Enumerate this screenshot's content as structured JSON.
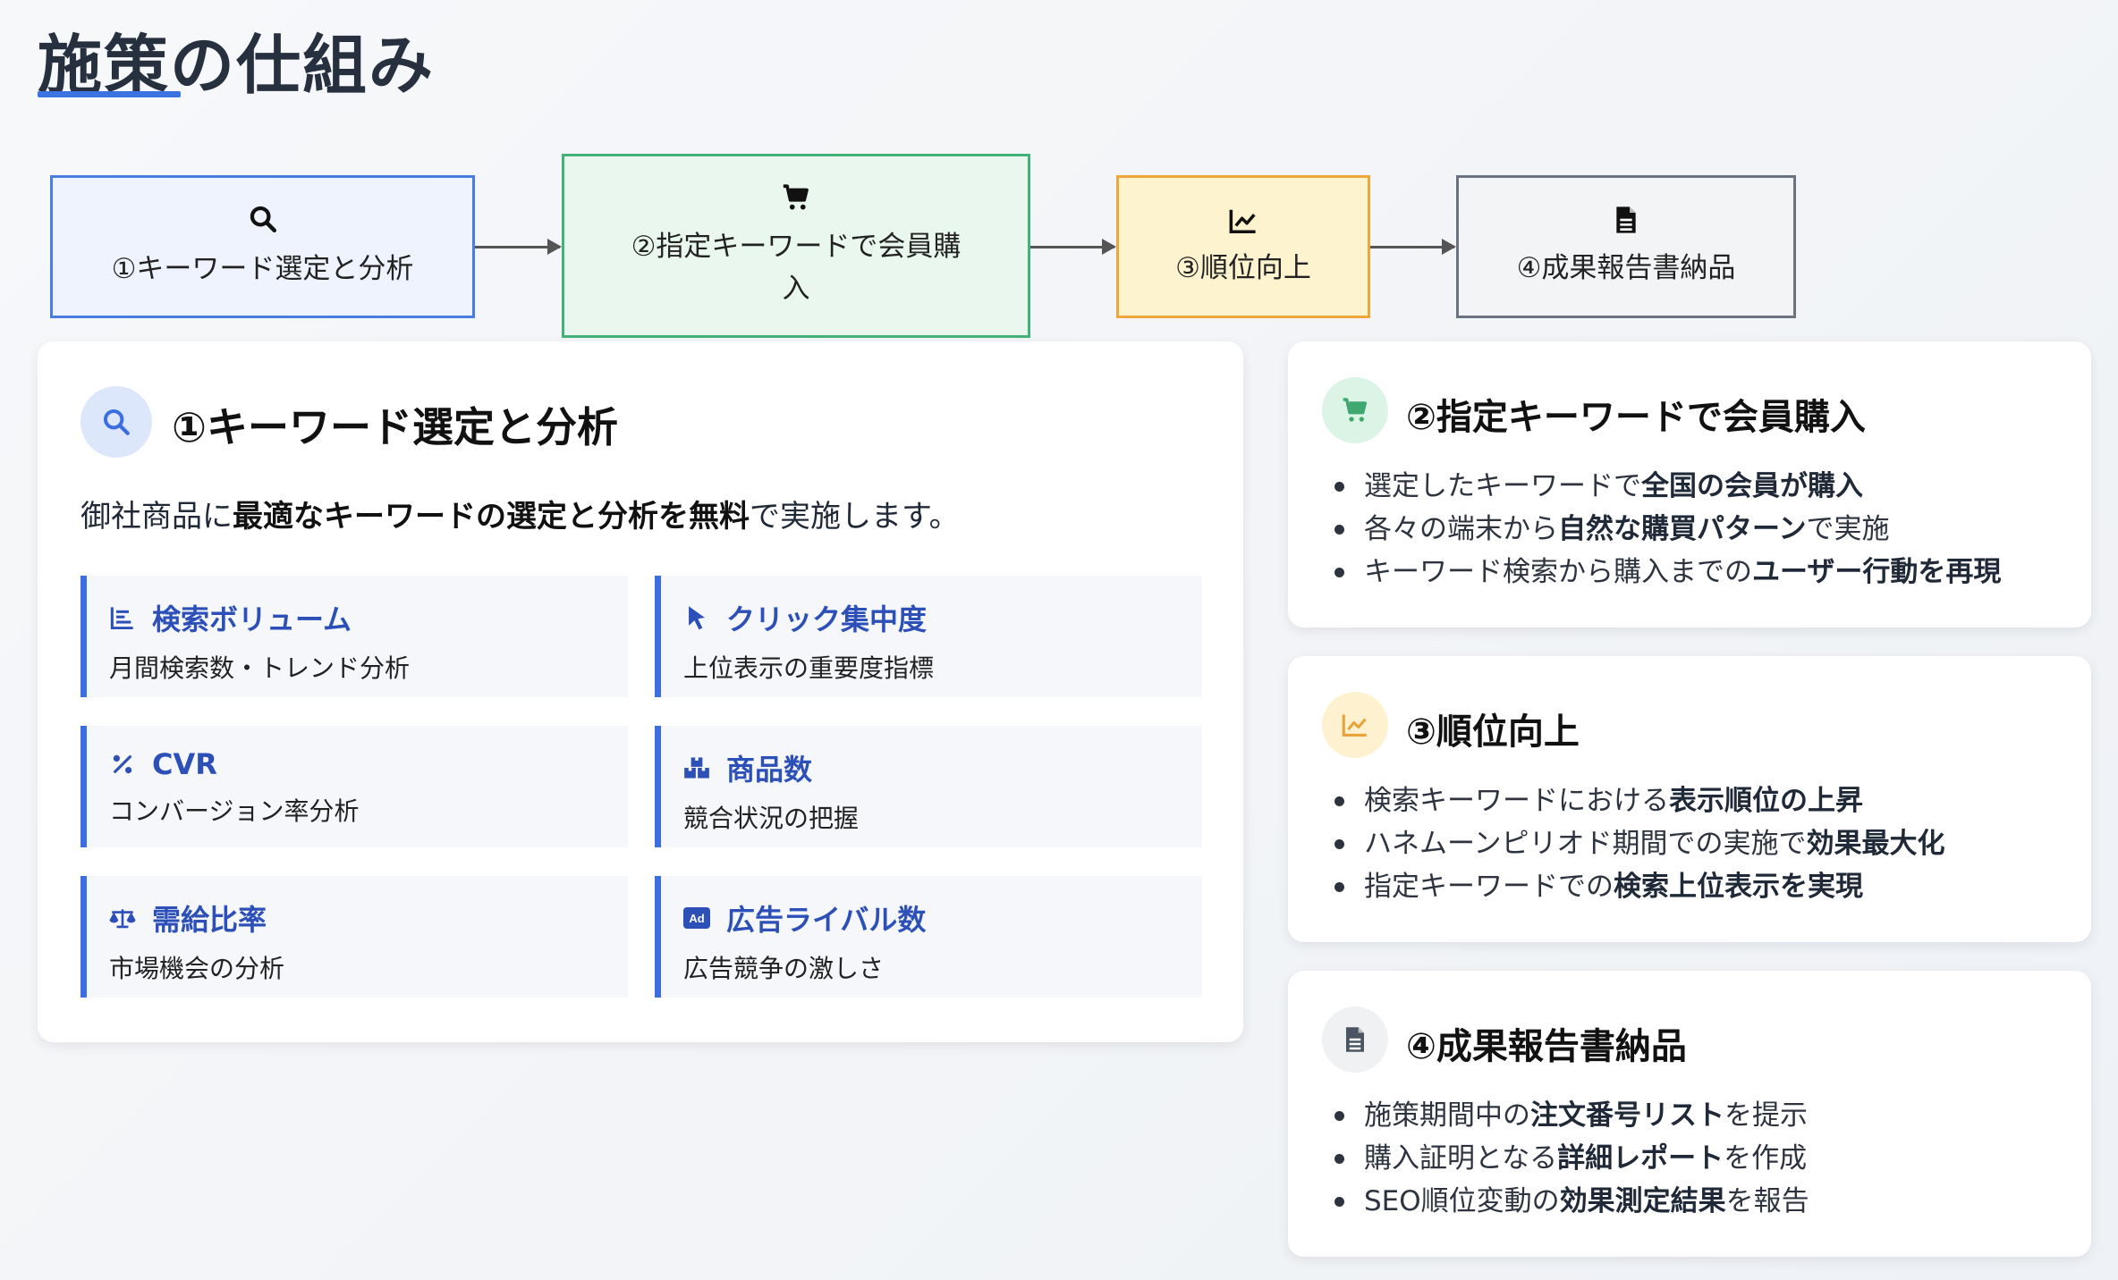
{
  "page": {
    "title": "施策の仕組み"
  },
  "colors": {
    "accent": "#3b74e0",
    "green": "#43b27a",
    "orange": "#eea63b",
    "gray": "#6b7280"
  },
  "flow": {
    "steps": [
      {
        "label": "①キーワード選定と分析",
        "icon": "search-icon"
      },
      {
        "label": "②指定キーワードで会員購",
        "label2": "入",
        "icon": "cart-icon"
      },
      {
        "label": "③順位向上",
        "icon": "chart-line-icon"
      },
      {
        "label": "④成果報告書納品",
        "icon": "document-icon"
      }
    ]
  },
  "analysis": {
    "title": "①キーワード選定と分析",
    "desc": {
      "p1": "御社商品に",
      "b1": "最適なキーワードの選定と分析を無料",
      "p2": "で実施します。"
    },
    "metrics": [
      {
        "title": "検索ボリューム",
        "desc": "月間検索数・トレンド分析",
        "icon": "bar-list-icon"
      },
      {
        "title": "クリック集中度",
        "desc": "上位表示の重要度指標",
        "icon": "pointer-icon"
      },
      {
        "title": "CVR",
        "desc": "コンバージョン率分析",
        "icon": "percent-icon"
      },
      {
        "title": "商品数",
        "desc": "競合状況の把握",
        "icon": "boxes-icon"
      },
      {
        "title": "需給比率",
        "desc": "市場機会の分析",
        "icon": "scale-icon"
      },
      {
        "title": "広告ライバル数",
        "desc": "広告競争の激しさ",
        "icon": "ad-icon"
      }
    ]
  },
  "purchase": {
    "title": "②指定キーワードで会員購入",
    "items": [
      {
        "p1": "選定したキーワードで",
        "b": "全国の会員が購入",
        "p2": ""
      },
      {
        "p1": "各々の端末から",
        "b": "自然な購買パターン",
        "p2": "で実施"
      },
      {
        "p1": "キーワード検索から購入までの",
        "b": "ユーザー行動を再現",
        "p2": ""
      }
    ]
  },
  "ranking": {
    "title": "③順位向上",
    "items": [
      {
        "p1": "検索キーワードにおける",
        "b": "表示順位の上昇",
        "p2": ""
      },
      {
        "p1": "ハネムーンピリオド期間での実施で",
        "b": "効果最大化",
        "p2": ""
      },
      {
        "p1": "指定キーワードでの",
        "b": "検索上位表示を実現",
        "p2": ""
      }
    ]
  },
  "report": {
    "title": "④成果報告書納品",
    "items": [
      {
        "p1": "施策期間中の",
        "b": "注文番号リスト",
        "p2": "を提示"
      },
      {
        "p1": "購入証明となる",
        "b": "詳細レポート",
        "p2": "を作成"
      },
      {
        "p1": "SEO順位変動の",
        "b": "効果測定結果",
        "p2": "を報告"
      }
    ]
  }
}
